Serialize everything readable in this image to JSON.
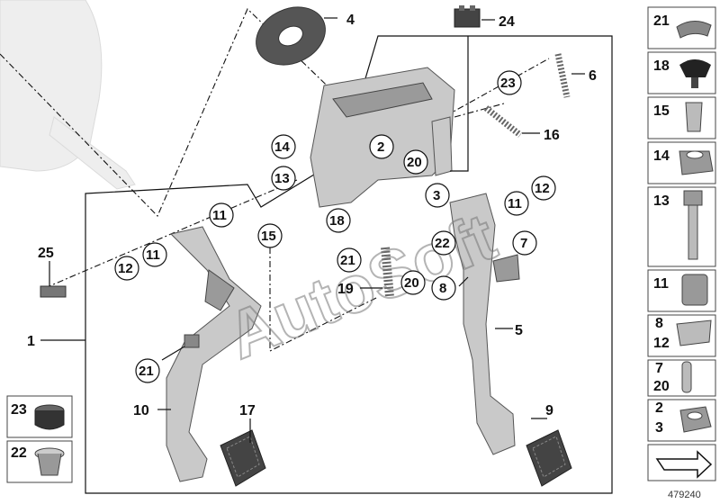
{
  "diagram_id": "479240",
  "watermark": "AutoSoft",
  "callouts": {
    "c1": "1",
    "c2": "2",
    "c3": "3",
    "c4": "4",
    "c5": "5",
    "c6": "6",
    "c7": "7",
    "c8": "8",
    "c9": "9",
    "c10": "10",
    "c11a": "11",
    "c11b": "11",
    "c11c": "11",
    "c12a": "12",
    "c12b": "12",
    "c13": "13",
    "c14": "14",
    "c15": "15",
    "c16": "16",
    "c17": "17",
    "c18": "18",
    "c19": "19",
    "c20a": "20",
    "c20b": "20",
    "c21a": "21",
    "c21b": "21",
    "c22": "22",
    "c23": "23",
    "c24": "24",
    "c25": "25"
  },
  "side_tiles": [
    {
      "labels": [
        "21"
      ]
    },
    {
      "labels": [
        "18"
      ]
    },
    {
      "labels": [
        "15"
      ]
    },
    {
      "labels": [
        "14"
      ]
    },
    {
      "labels": [
        "13"
      ]
    },
    {
      "labels": [
        "11"
      ]
    },
    {
      "labels": [
        "8",
        "12"
      ]
    },
    {
      "labels": [
        "7",
        "20"
      ]
    },
    {
      "labels": [
        "2",
        "3"
      ]
    }
  ],
  "bottom_tiles": [
    {
      "labels": [
        "23"
      ]
    },
    {
      "labels": [
        "22"
      ]
    }
  ]
}
